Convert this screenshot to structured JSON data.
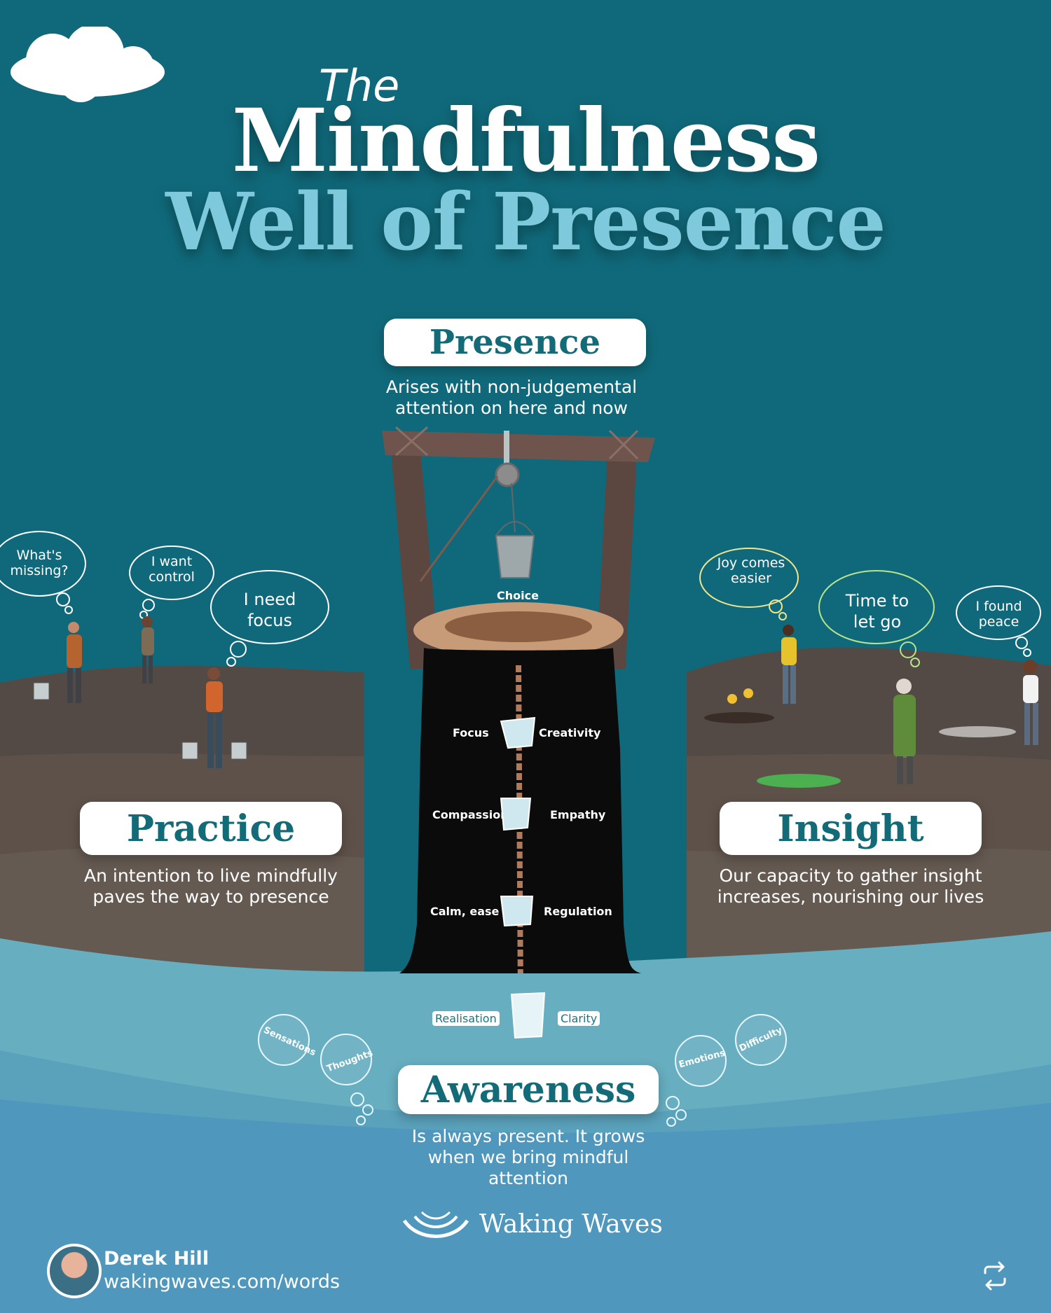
{
  "title": {
    "prefix": "The",
    "main": "Mindfulness",
    "subtitle": "Well of Presence"
  },
  "sections": {
    "presence": {
      "heading": "Presence",
      "text": "Arises with non-judgemental attention on here and now"
    },
    "practice": {
      "heading": "Practice",
      "text": "An intention to live mindfully paves the way to presence"
    },
    "insight": {
      "heading": "Insight",
      "text": "Our capacity to gather insight increases, nourishing our lives"
    },
    "awareness": {
      "heading": "Awareness",
      "text": "Is always present. It grows when we bring mindful attention"
    }
  },
  "well": {
    "top_label": "Choice",
    "levels": [
      {
        "left": "Focus",
        "right": "Creativity"
      },
      {
        "left": "Compassion",
        "right": "Empathy"
      },
      {
        "left": "Calm, ease",
        "right": "Regulation"
      }
    ],
    "bottom_tags": {
      "left": "Realisation",
      "right": "Clarity"
    }
  },
  "thought_bubbles": {
    "left": [
      "What's missing?",
      "I want control",
      "I need focus"
    ],
    "right": [
      "Joy comes easier",
      "Time to let go",
      "I found peace"
    ]
  },
  "spheres": [
    "Sensations",
    "Thoughts",
    "Emotions",
    "Difficulty"
  ],
  "brand": {
    "logo_text": "Waking Waves"
  },
  "author": {
    "name": "Derek Hill",
    "site": "wakingwaves.com/words"
  },
  "icons": [
    "cloud-icon",
    "repost-icon",
    "waves-logo-icon",
    "bucket-icon"
  ]
}
